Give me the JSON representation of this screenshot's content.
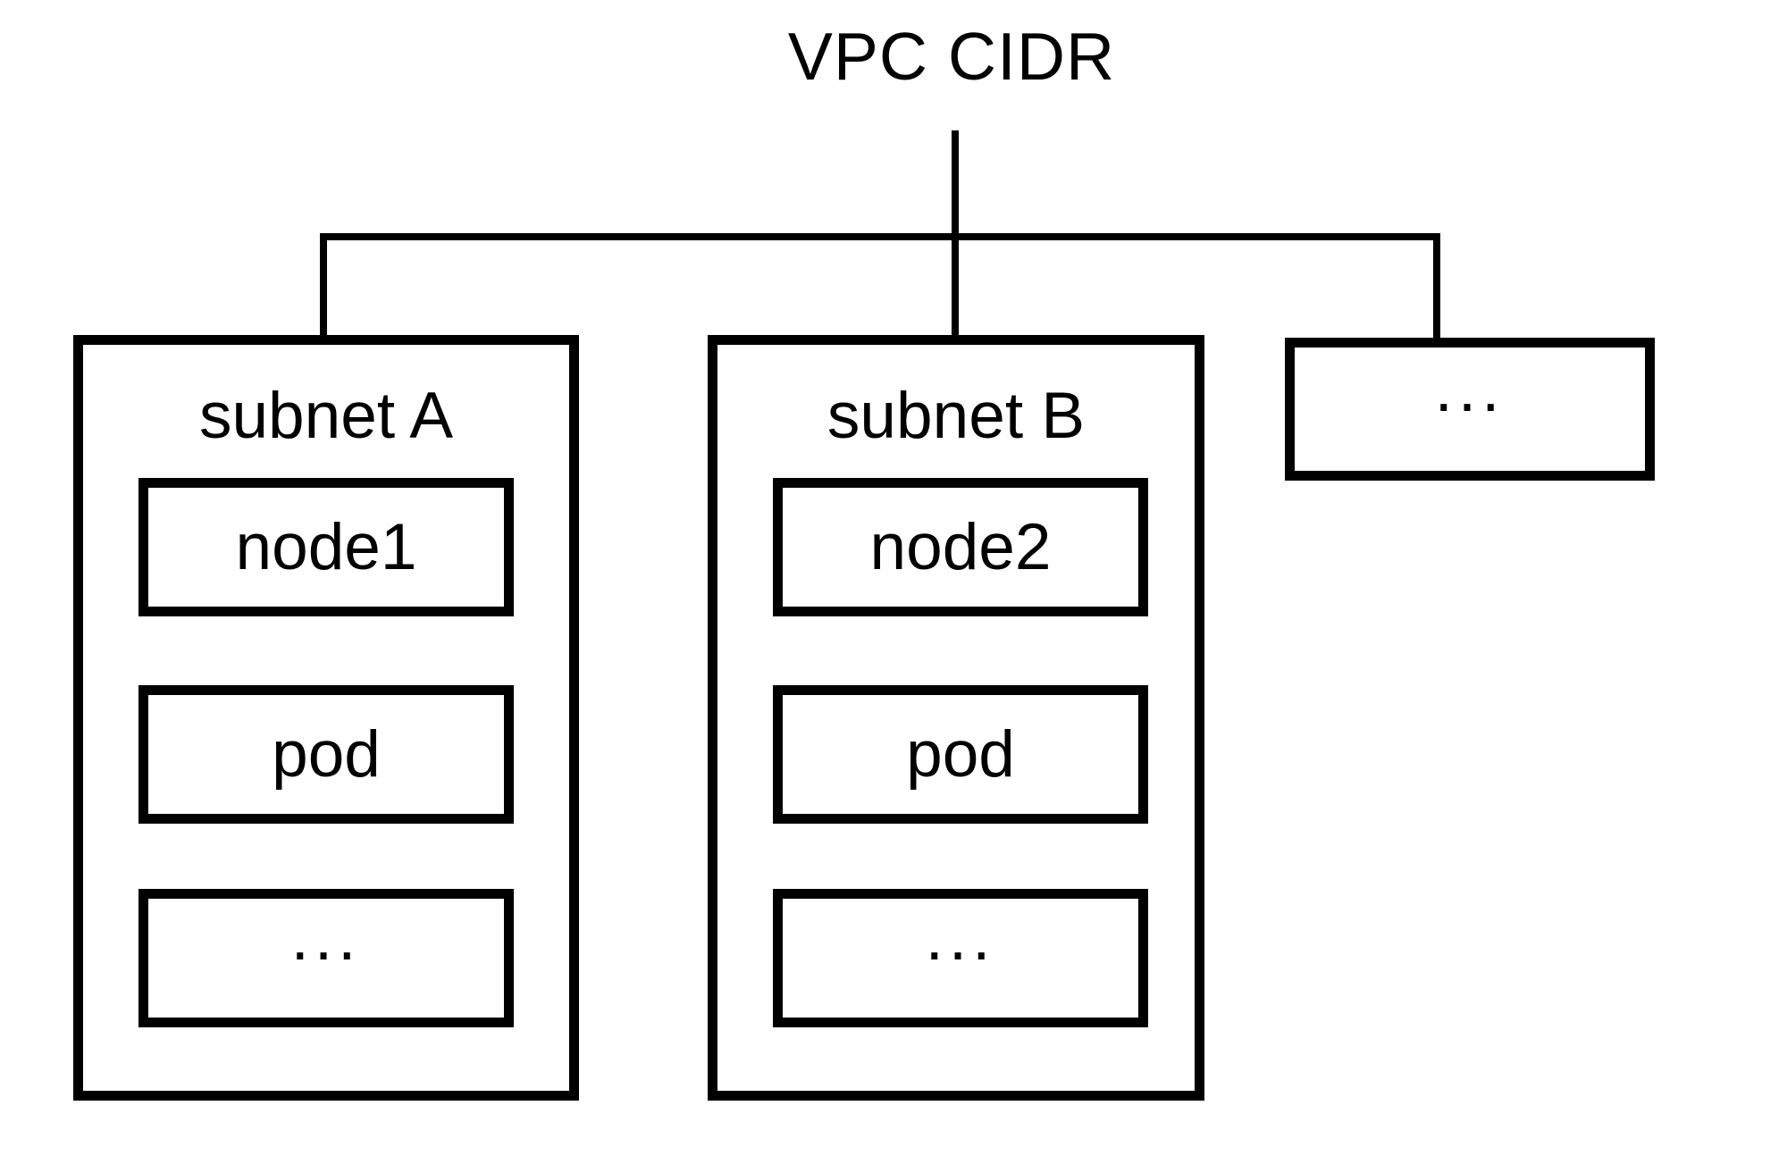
{
  "diagram": {
    "title": "VPC CIDR",
    "colors": {
      "line": "#000000",
      "background": "#ffffff",
      "text": "#000000"
    },
    "subnets": [
      {
        "label": "subnet A",
        "children": [
          "node1",
          "pod",
          "..."
        ]
      },
      {
        "label": "subnet B",
        "children": [
          "node2",
          "pod",
          "..."
        ]
      },
      {
        "label": "..."
      }
    ]
  }
}
